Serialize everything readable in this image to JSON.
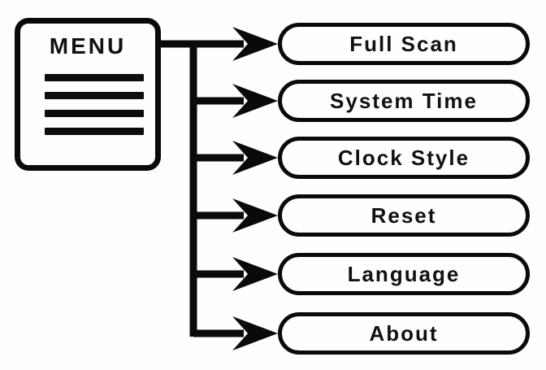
{
  "diagram": {
    "type": "menu-tree",
    "background_color": "#fefefe",
    "line_color": "#0a0a0a",
    "text_color": "#111111",
    "source": {
      "title": "MENU",
      "icon_name": "menu-list-icon",
      "line_count": 4
    },
    "items": [
      {
        "label": "Full Scan"
      },
      {
        "label": "System Time"
      },
      {
        "label": "Clock Style"
      },
      {
        "label": "Reset"
      },
      {
        "label": "Language"
      },
      {
        "label": "About"
      }
    ]
  }
}
